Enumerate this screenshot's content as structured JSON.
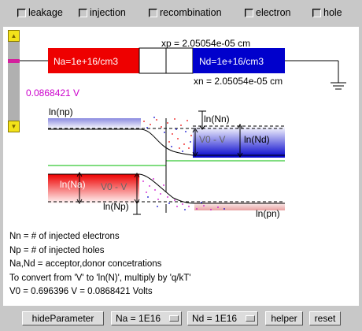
{
  "checkboxes": [
    {
      "label": "leakage",
      "checked": false
    },
    {
      "label": "injection",
      "checked": false
    },
    {
      "label": "recombination",
      "checked": false
    },
    {
      "label": "electron",
      "checked": false
    },
    {
      "label": "hole",
      "checked": false
    }
  ],
  "junction": {
    "xp_label": "xp = 2.05054e-05 cm",
    "xn_label": "xn = 2.05054e-05 cm",
    "na_label": "Na=1e+16/cm3",
    "nd_label": "Nd=1e+16/cm3",
    "voltage_label": "0.0868421 V"
  },
  "band_diagram": {
    "ln_np": "ln(np)",
    "ln_nn": "ln(Nn)",
    "ln_nd": "ln(Nd)",
    "v0_v_top": "V0 - V",
    "ln_na": "ln(Na)",
    "v0_v_bottom": "V0 - V",
    "ln_np2": "ln(Np)",
    "ln_pn": "ln(pn)"
  },
  "notes": [
    "Nn = # of injected electrons",
    "Np = # of injected holes",
    "Na,Nd = acceptor,donor concetrations",
    "To convert from 'V' to 'ln(N)', multiply by 'q/kT'",
    "V0 = 0.696396    V = 0.0868421 Volts"
  ],
  "controls": {
    "hide_parameter": "hideParameter",
    "na_select": "Na = 1E16",
    "nd_select": "Nd = 1E16",
    "helper": "helper",
    "reset": "reset"
  },
  "colors": {
    "p_region": "#ee0000",
    "n_region": "#0000cc",
    "slider_button": "#f3e21a",
    "slider_thumb": "#d4209d",
    "voltage_text": "#cc00cc",
    "green_line": "#00bb00"
  }
}
